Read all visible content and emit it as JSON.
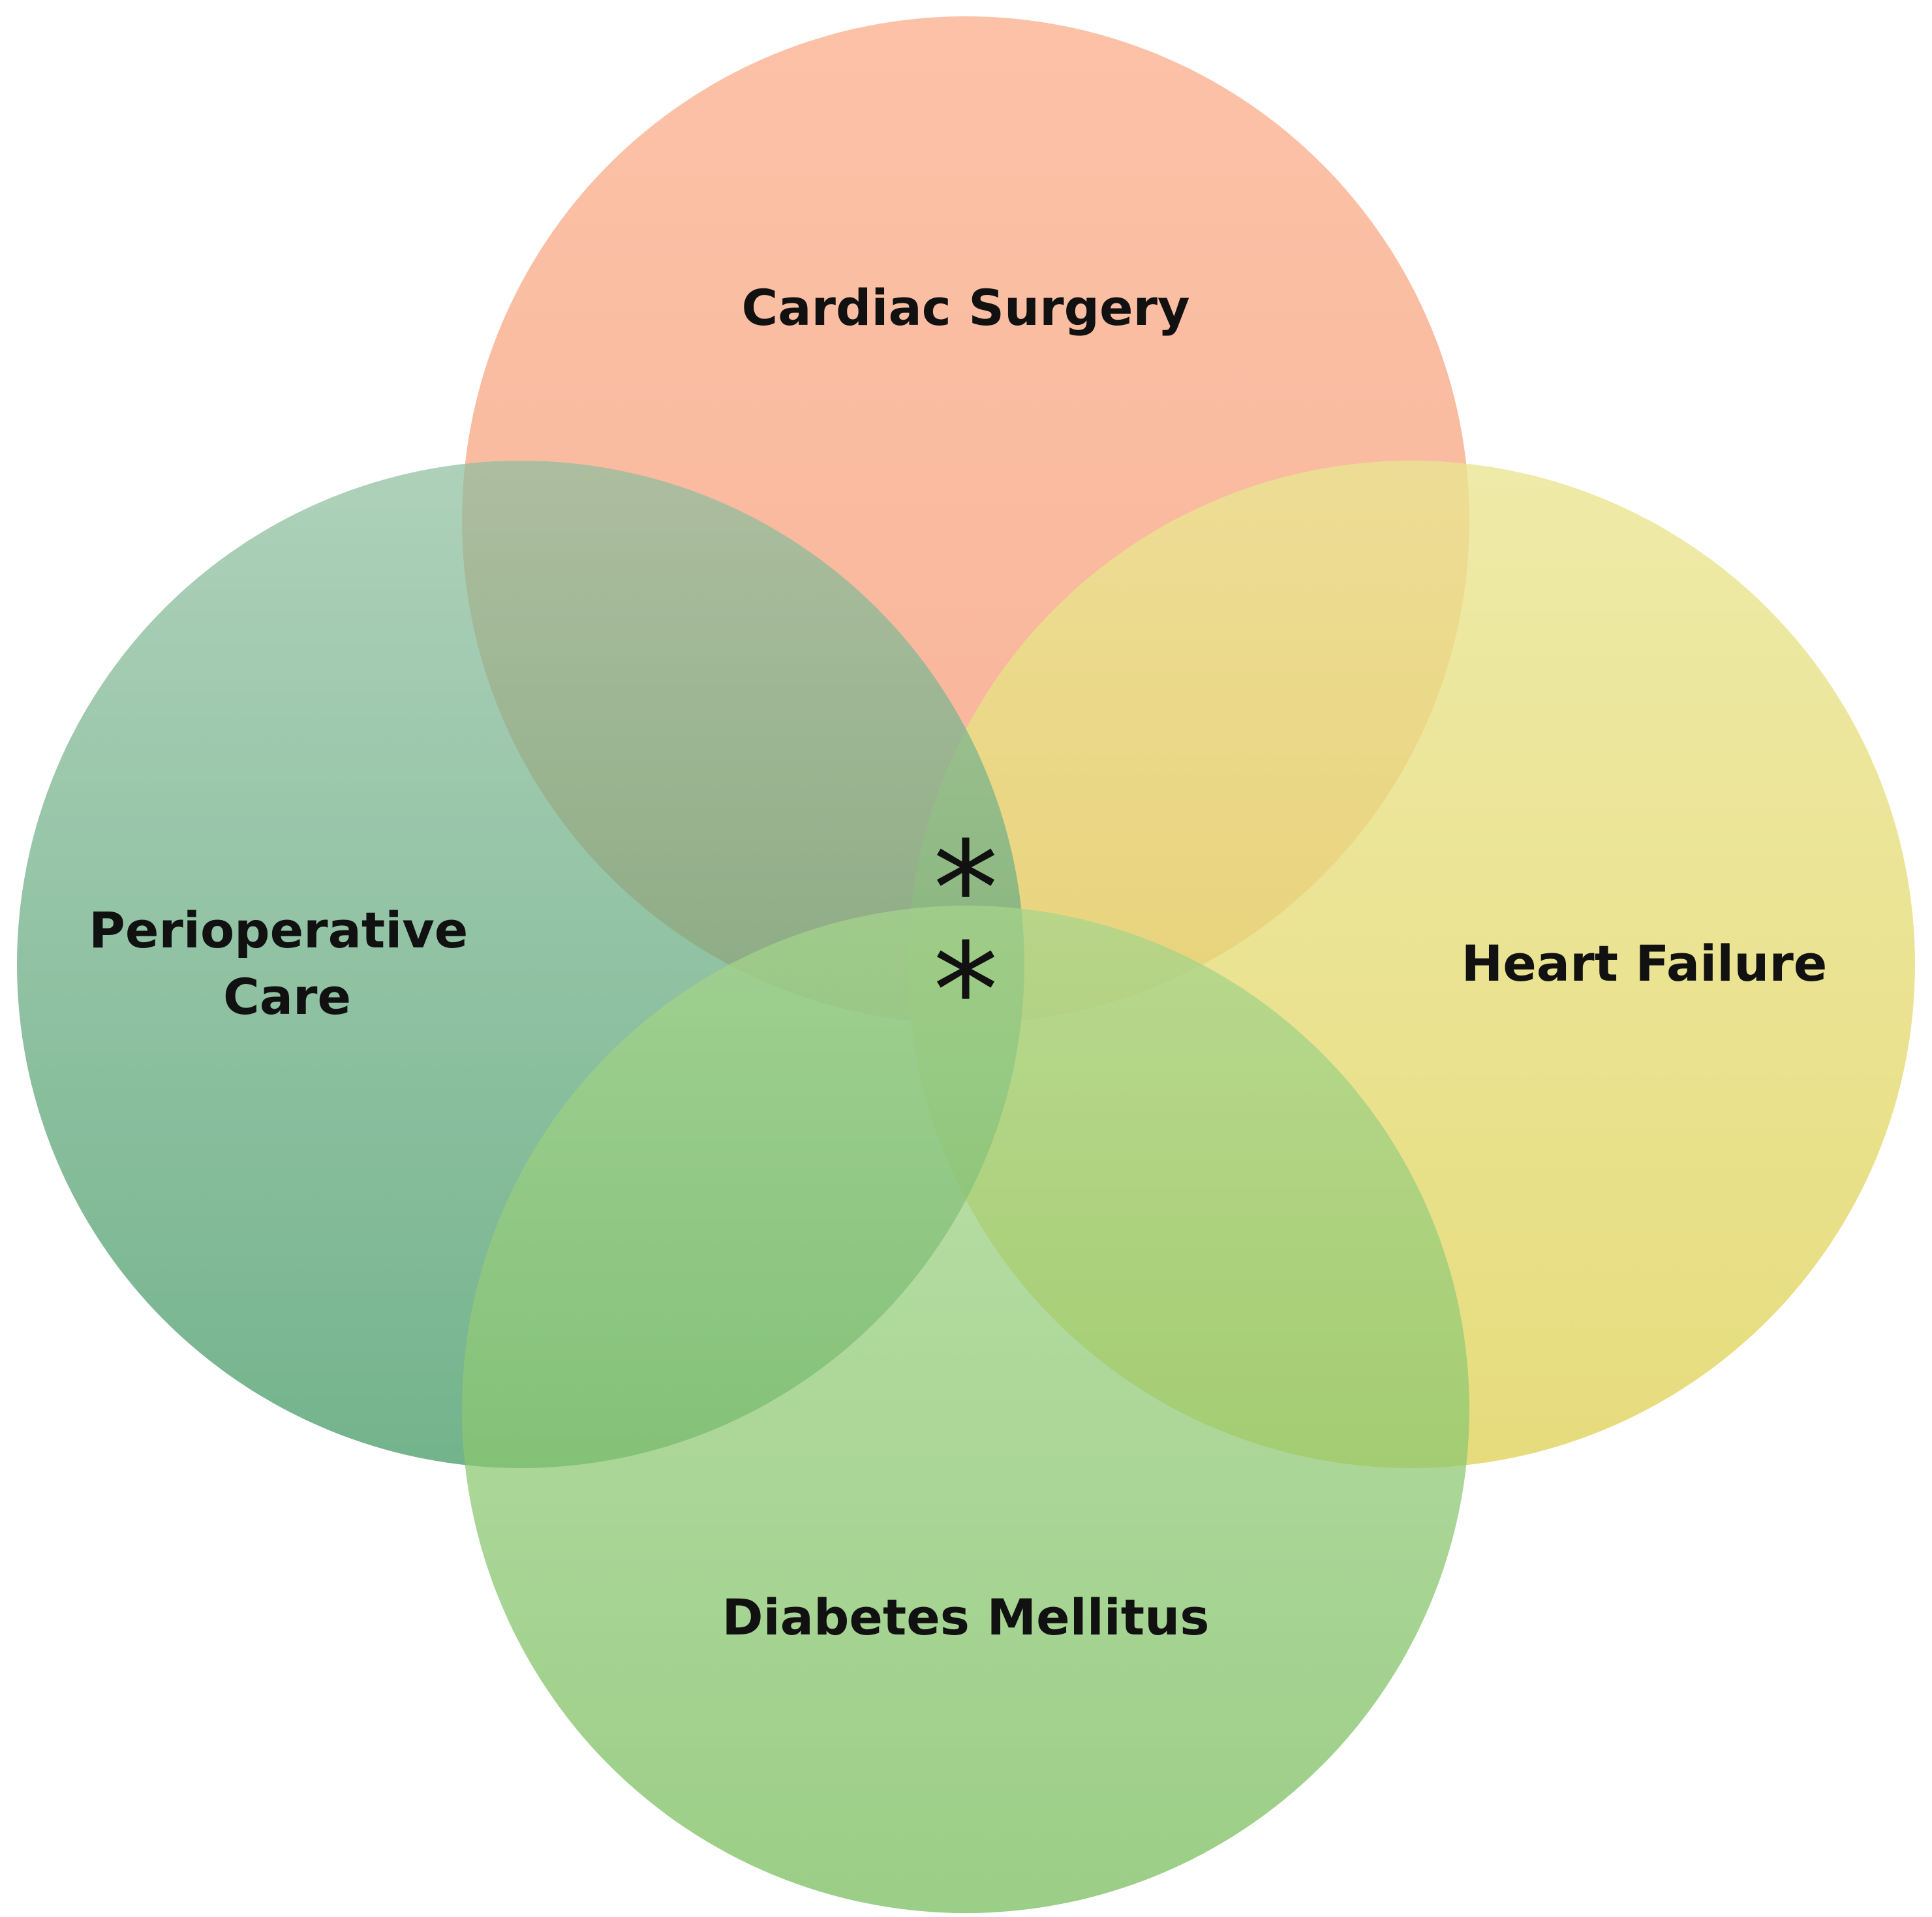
{
  "diagram": {
    "type": "venn",
    "sets": [
      {
        "id": "cardiac-surgery",
        "label": "Cardiac Surgery",
        "color": "#f9a27f"
      },
      {
        "id": "perioperative-care",
        "label_lines": [
          "Perioperative",
          "Care"
        ],
        "color": "#3d9660"
      },
      {
        "id": "heart-failure",
        "label": "Heart Failure",
        "color": "#e4da6a"
      },
      {
        "id": "diabetes-mellitus",
        "label": "Diabetes Mellitus",
        "color": "#78be5a"
      }
    ],
    "center_markers": [
      "*",
      "*"
    ]
  }
}
